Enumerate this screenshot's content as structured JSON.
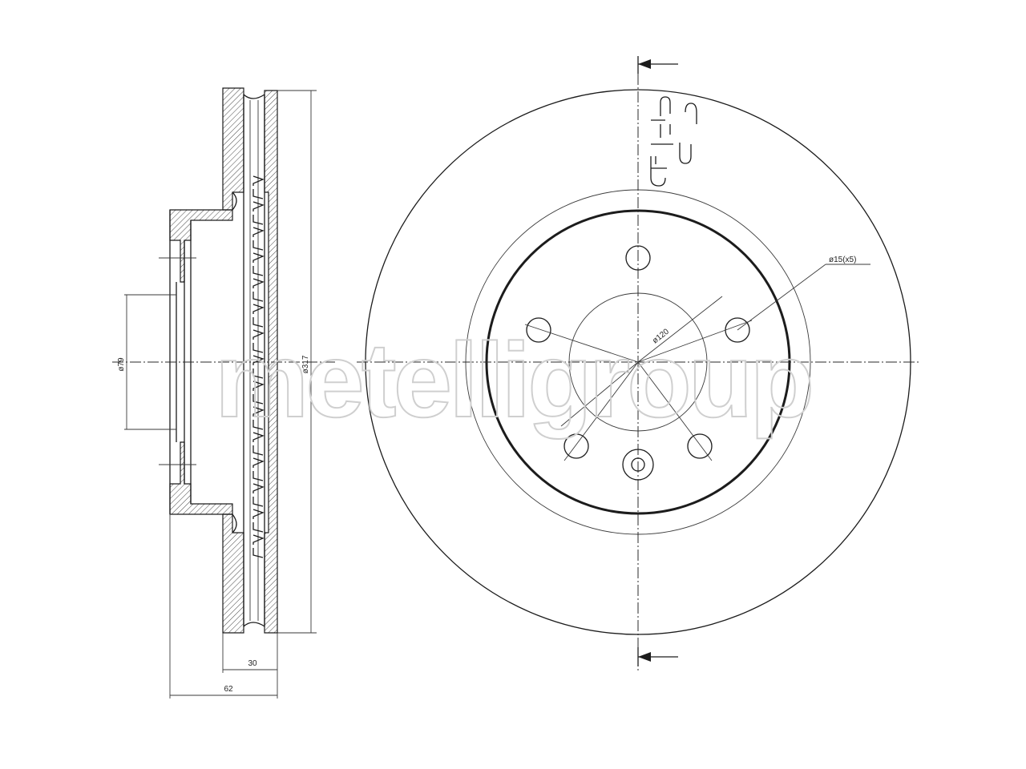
{
  "watermark": {
    "text": "metelligroup"
  },
  "side_view": {
    "dims": {
      "hub_diameter": "ø79",
      "outer_diameter": "ø317",
      "disc_thickness": "30",
      "total_height": "62"
    }
  },
  "front_view": {
    "dims": {
      "pcd": "ø120",
      "bolt_holes": "ø15(x5)"
    }
  },
  "colors": {
    "line": "#1c1c1c",
    "watermark": "#cfcfcf",
    "background": "#ffffff"
  }
}
